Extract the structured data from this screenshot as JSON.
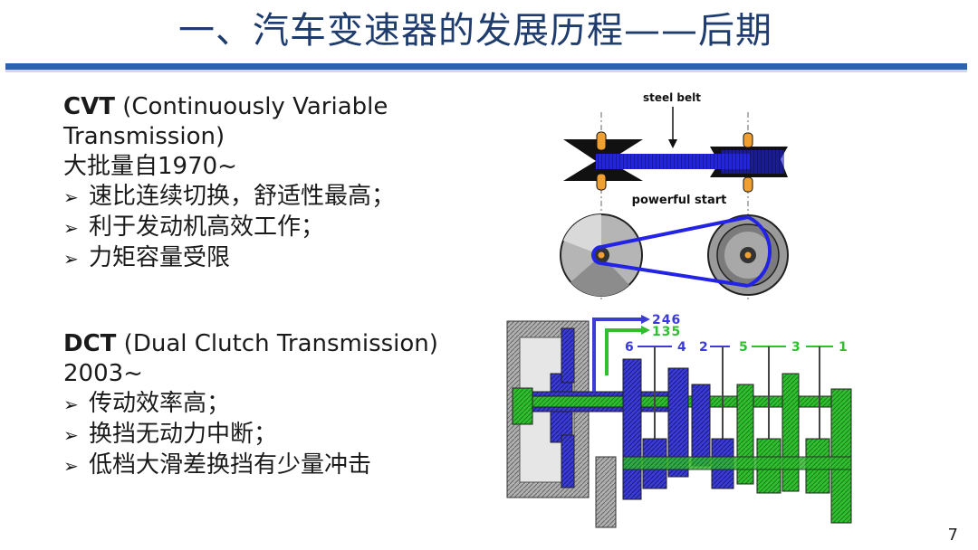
{
  "slide": {
    "title": "一、汽车变速器的发展历程——后期",
    "page_number": "7"
  },
  "cvt": {
    "abbr": "CVT",
    "full_name_line1": " (Continuously Variable",
    "full_name_line2": "Transmission)",
    "since": "大批量自1970~",
    "bullets": [
      "速比连续切换，舒适性最高；",
      "利于发动机高效工作；",
      "力矩容量受限"
    ]
  },
  "dct": {
    "abbr": "DCT",
    "full_name": " (Dual Clutch Transmission)",
    "since": "2003~",
    "bullets": [
      "传动效率高；",
      "换挡无动力中断；",
      "低档大滑差换挡有少量冲击"
    ]
  },
  "cvt_diagram": {
    "belt_label": "steel belt",
    "start_label": "powerful start"
  },
  "dct_diagram": {
    "blue_gears": "246",
    "green_gears": "135",
    "gear_6": "6",
    "gear_4": "4",
    "gear_2": "2",
    "gear_5": "5",
    "gear_3": "3",
    "gear_1": "1"
  },
  "colors": {
    "title": "#1f3c6e",
    "accent_bar": "#2a62ac",
    "belt_blue": "#2323e6",
    "gear_blue": "#3b3bd6",
    "gear_green": "#2fbf2f",
    "pulley_gray": "#9a9a9a"
  },
  "icons": {
    "bullet": "arrowhead-bullet-icon"
  }
}
